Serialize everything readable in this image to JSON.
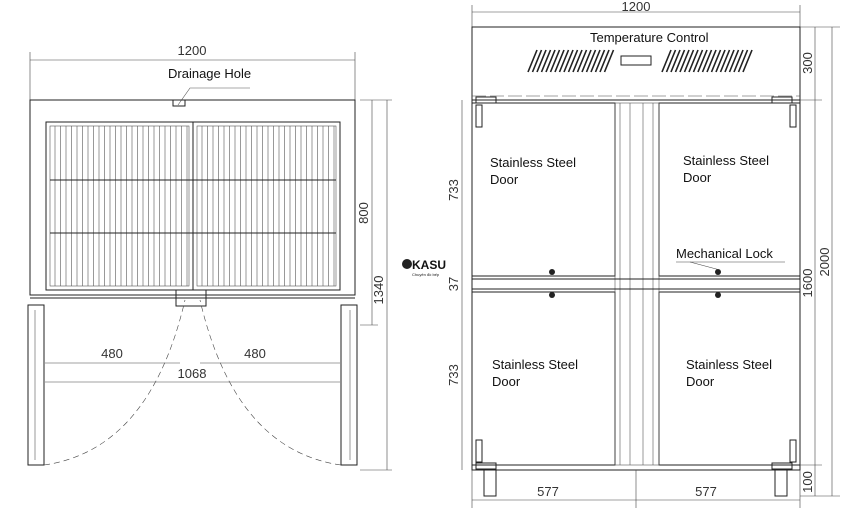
{
  "left_view": {
    "width_dim": "1200",
    "drainage_label": "Drainage Hole",
    "depth_dim": "800",
    "depth_open_dim": "1340",
    "door_swing_left": "480",
    "door_swing_right": "480",
    "inner_width_dim": "1068"
  },
  "right_view": {
    "width_dim": "1200",
    "temperature_label": "Temperature Control",
    "door_labels": [
      "Stainless Steel Door",
      "Stainless Steel Door",
      "Stainless Steel Door",
      "Stainless Steel Door"
    ],
    "lock_label": "Mechanical Lock",
    "upper_door_dim": "733",
    "gap_dim": "37",
    "lower_door_dim": "733",
    "top_dim": "300",
    "body_dim": "1600",
    "total_dim": "2000",
    "leg_dim": "100",
    "bottom_left_dim": "577",
    "bottom_right_dim": "577"
  },
  "logo": {
    "brand": "OKASU",
    "tagline": "Chuyên đồ bếp nhà hàng"
  }
}
